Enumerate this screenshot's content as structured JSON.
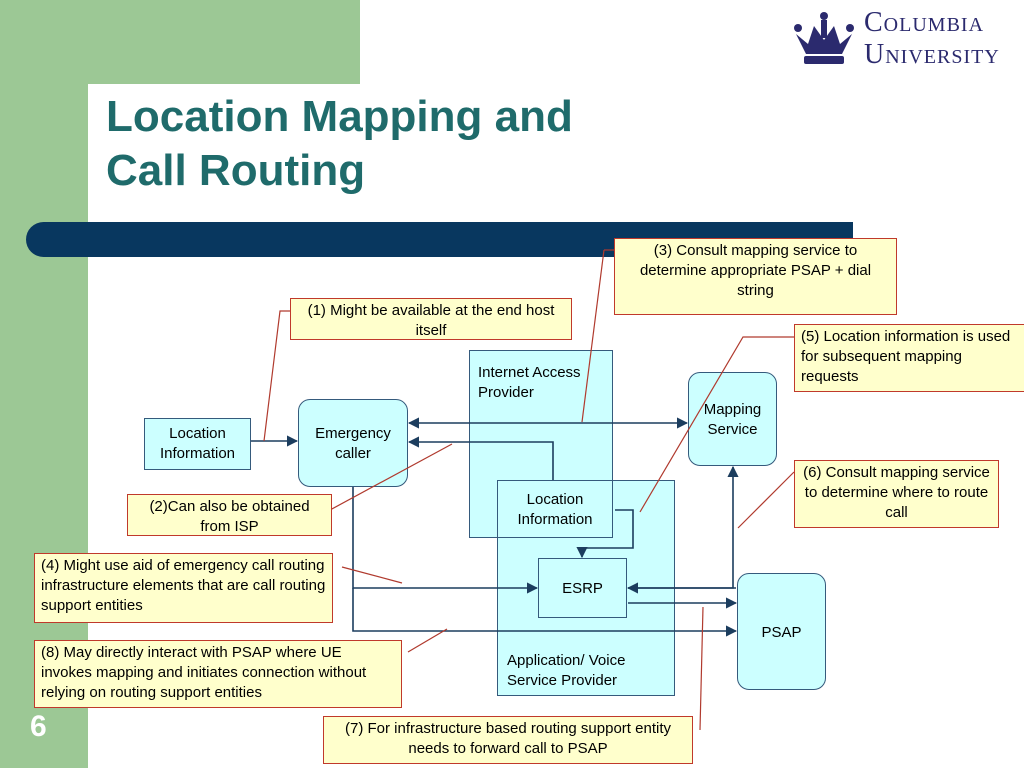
{
  "title": {
    "line1": "Location Mapping and",
    "line2": "Call Routing"
  },
  "logo": {
    "line1": "Columbia",
    "line2": "University"
  },
  "page_number": "6",
  "nodes": {
    "location_info_left": {
      "line1": "Location",
      "line2": "Information"
    },
    "emergency_caller": {
      "line1": "Emergency",
      "line2": "caller"
    },
    "internet_access_provider": {
      "line1": "Internet Access",
      "line2": "Provider"
    },
    "location_info_center": {
      "line1": "Location",
      "line2": "Information"
    },
    "mapping_service": {
      "line1": "Mapping",
      "line2": "Service"
    },
    "esrp": {
      "label": "ESRP"
    },
    "psap": {
      "label": "PSAP"
    },
    "voice_service_provider": {
      "line1": "Application/ Voice",
      "line2": "Service Provider"
    }
  },
  "notes": {
    "n1": "(1) Might be available at the end host itself",
    "n2": "(2)Can also be obtained from ISP",
    "n3": "(3) Consult mapping service to determine appropriate PSAP + dial string",
    "n4": "(4) Might use aid of emergency call routing infrastructure elements that are call routing support entities",
    "n5": "(5) Location information is used for subsequent mapping requests",
    "n6": "(6) Consult mapping service to determine where to route call",
    "n7": "(7) For infrastructure based routing support entity needs to forward call to PSAP",
    "n8": "(8) May directly interact with PSAP where UE invokes mapping and initiates connection without relying on routing support entities"
  },
  "colors": {
    "title": "#1f6b6b",
    "side_green": "#9cc895",
    "rule_navy": "#08375f",
    "box_fill": "#ccffff",
    "note_fill": "#ffffcc",
    "note_border": "#c0392b",
    "arrow": "#1c3d5e"
  }
}
